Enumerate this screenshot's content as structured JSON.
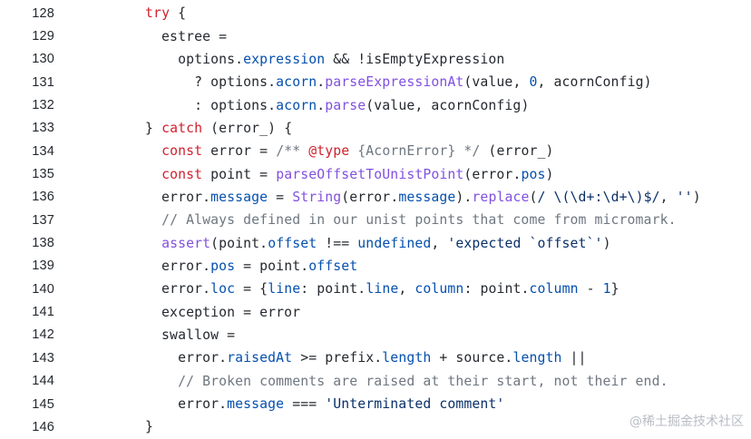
{
  "colors": {
    "plain": "#24292f",
    "keyword": "#cf222e",
    "property": "#0550ae",
    "function": "#8250df",
    "string": "#0a3069",
    "comment": "#6e7781",
    "constant": "#0550ae",
    "tag": "#cf222e"
  },
  "lines": [
    {
      "num": "128",
      "tokens": [
        {
          "t": "    "
        },
        {
          "t": "try",
          "k": "keyword"
        },
        {
          "t": " {"
        }
      ]
    },
    {
      "num": "129",
      "tokens": [
        {
          "t": "      estree ="
        }
      ]
    },
    {
      "num": "130",
      "tokens": [
        {
          "t": "        options."
        },
        {
          "t": "expression",
          "k": "property"
        },
        {
          "t": " && !isEmptyExpression"
        }
      ]
    },
    {
      "num": "131",
      "tokens": [
        {
          "t": "          ? options."
        },
        {
          "t": "acorn",
          "k": "property"
        },
        {
          "t": "."
        },
        {
          "t": "parseExpressionAt",
          "k": "function"
        },
        {
          "t": "(value, "
        },
        {
          "t": "0",
          "k": "constant"
        },
        {
          "t": ", acornConfig)"
        }
      ]
    },
    {
      "num": "132",
      "tokens": [
        {
          "t": "          : options."
        },
        {
          "t": "acorn",
          "k": "property"
        },
        {
          "t": "."
        },
        {
          "t": "parse",
          "k": "function"
        },
        {
          "t": "(value, acornConfig)"
        }
      ]
    },
    {
      "num": "133",
      "tokens": [
        {
          "t": "    } "
        },
        {
          "t": "catch",
          "k": "keyword"
        },
        {
          "t": " (error_) {"
        }
      ]
    },
    {
      "num": "134",
      "tokens": [
        {
          "t": "      "
        },
        {
          "t": "const",
          "k": "keyword"
        },
        {
          "t": " error = "
        },
        {
          "t": "/** ",
          "k": "comment"
        },
        {
          "t": "@type",
          "k": "tag"
        },
        {
          "t": " {AcornError} */",
          "k": "comment"
        },
        {
          "t": " (error_)"
        }
      ]
    },
    {
      "num": "135",
      "tokens": [
        {
          "t": "      "
        },
        {
          "t": "const",
          "k": "keyword"
        },
        {
          "t": " point = "
        },
        {
          "t": "parseOffsetToUnistPoint",
          "k": "function"
        },
        {
          "t": "(error."
        },
        {
          "t": "pos",
          "k": "property"
        },
        {
          "t": ")"
        }
      ]
    },
    {
      "num": "136",
      "tokens": [
        {
          "t": "      error."
        },
        {
          "t": "message",
          "k": "property"
        },
        {
          "t": " = "
        },
        {
          "t": "String",
          "k": "function"
        },
        {
          "t": "(error."
        },
        {
          "t": "message",
          "k": "property"
        },
        {
          "t": ")."
        },
        {
          "t": "replace",
          "k": "function"
        },
        {
          "t": "("
        },
        {
          "t": "/ \\(\\d+:\\d+\\)$/",
          "k": "string"
        },
        {
          "t": ", "
        },
        {
          "t": "''",
          "k": "string"
        },
        {
          "t": ")"
        }
      ]
    },
    {
      "num": "137",
      "tokens": [
        {
          "t": "      "
        },
        {
          "t": "// Always defined in our unist points that come from micromark.",
          "k": "comment"
        }
      ]
    },
    {
      "num": "138",
      "tokens": [
        {
          "t": "      "
        },
        {
          "t": "assert",
          "k": "function"
        },
        {
          "t": "(point."
        },
        {
          "t": "offset",
          "k": "property"
        },
        {
          "t": " !== "
        },
        {
          "t": "undefined",
          "k": "constant"
        },
        {
          "t": ", "
        },
        {
          "t": "'expected `offset`'",
          "k": "string"
        },
        {
          "t": ")"
        }
      ]
    },
    {
      "num": "139",
      "tokens": [
        {
          "t": "      error."
        },
        {
          "t": "pos",
          "k": "property"
        },
        {
          "t": " = point."
        },
        {
          "t": "offset",
          "k": "property"
        }
      ]
    },
    {
      "num": "140",
      "tokens": [
        {
          "t": "      error."
        },
        {
          "t": "loc",
          "k": "property"
        },
        {
          "t": " = {"
        },
        {
          "t": "line",
          "k": "property"
        },
        {
          "t": ": point."
        },
        {
          "t": "line",
          "k": "property"
        },
        {
          "t": ", "
        },
        {
          "t": "column",
          "k": "property"
        },
        {
          "t": ": point."
        },
        {
          "t": "column",
          "k": "property"
        },
        {
          "t": " - "
        },
        {
          "t": "1",
          "k": "constant"
        },
        {
          "t": "}"
        }
      ]
    },
    {
      "num": "141",
      "tokens": [
        {
          "t": "      exception = error"
        }
      ]
    },
    {
      "num": "142",
      "tokens": [
        {
          "t": "      swallow ="
        }
      ]
    },
    {
      "num": "143",
      "tokens": [
        {
          "t": "        error."
        },
        {
          "t": "raisedAt",
          "k": "property"
        },
        {
          "t": " >= prefix."
        },
        {
          "t": "length",
          "k": "property"
        },
        {
          "t": " + source."
        },
        {
          "t": "length",
          "k": "property"
        },
        {
          "t": " ||"
        }
      ]
    },
    {
      "num": "144",
      "tokens": [
        {
          "t": "        "
        },
        {
          "t": "// Broken comments are raised at their start, not their end.",
          "k": "comment"
        }
      ]
    },
    {
      "num": "145",
      "tokens": [
        {
          "t": "        error."
        },
        {
          "t": "message",
          "k": "property"
        },
        {
          "t": " === "
        },
        {
          "t": "'Unterminated comment'",
          "k": "string"
        }
      ]
    },
    {
      "num": "146",
      "tokens": [
        {
          "t": "    }"
        }
      ]
    }
  ],
  "watermark": "@稀土掘金技术社区"
}
